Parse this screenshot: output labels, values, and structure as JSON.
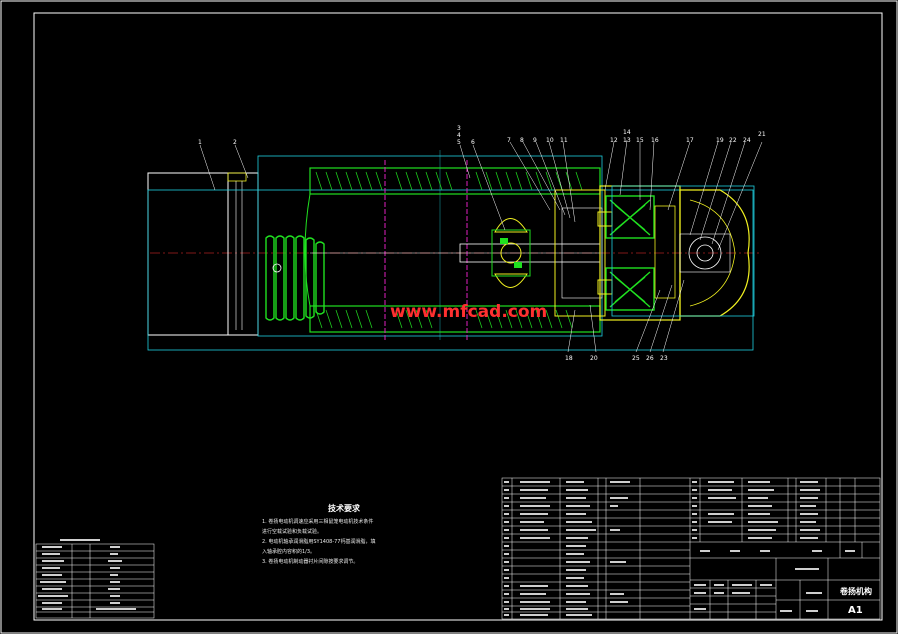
{
  "drawing": {
    "watermark": "www.mfcad.com",
    "notes_title": "技术要求",
    "notes": [
      "1. 卷扬电动机调速应采用三相鼠笼电动机技术条件",
      "   进行空载试验和负载试验。",
      "2. 电动机轴承润滑脂用SY1408-77钙基润滑脂，填",
      "   入轴承腔内容积的1/3。",
      "3. 卷扬电动机制动器衬片间隙按要求调节。"
    ],
    "part_labels": [
      "1",
      "2",
      "3",
      "4",
      "5",
      "6",
      "7",
      "8",
      "9",
      "10",
      "11",
      "12",
      "13",
      "14",
      "15",
      "16",
      "17",
      "18",
      "19",
      "20",
      "21",
      "22",
      "23",
      "24",
      "25",
      "26"
    ],
    "title_block": {
      "name": "卷扬机构",
      "size": "A1"
    }
  },
  "colors": {
    "background": "#000000",
    "frame": "#ffffff",
    "green": "#20e020",
    "yellow": "#f0f020",
    "cyan": "#20d0e0",
    "magenta": "#e020c0",
    "red": "#ff3030",
    "blue": "#3050ff"
  }
}
